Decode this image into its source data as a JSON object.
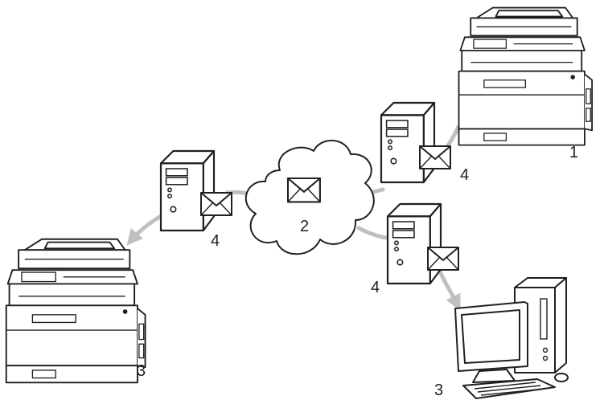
{
  "labels": {
    "sender_machine": "1",
    "internet": "2",
    "receiver_machine": "3",
    "receiver_computer": "3",
    "server_right_top": "4",
    "server_left": "4",
    "server_right_bottom": "4"
  },
  "colors": {
    "outline": "#231f20",
    "connector": "#c0c0c0",
    "fill": "#ffffff"
  },
  "icons": [
    "mfp-printer-icon",
    "server-tower-icon",
    "envelope-icon",
    "cloud-icon",
    "desktop-computer-icon"
  ]
}
